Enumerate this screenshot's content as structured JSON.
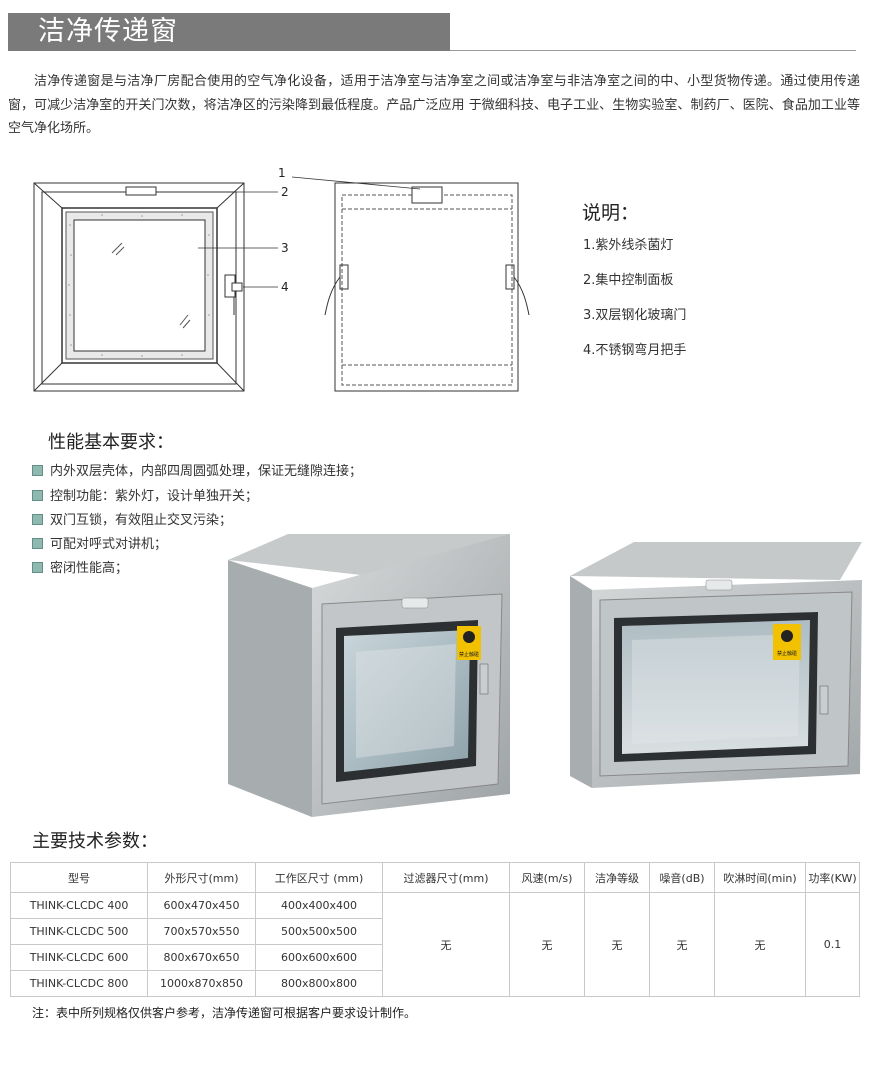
{
  "title": "洁净传递窗",
  "intro": "洁净传递窗是与洁净厂房配合使用的空气净化设备，适用于洁净室与洁净室之间或洁净室与非洁净室之间的中、小型货物传递。通过使用传递窗，可减少洁净室的开关门次数，将洁净区的污染降到最低程度。产品广泛应用 于微细科技、电子工业、生物实验室、制药厂、医院、食品加工业等空气净化场所。",
  "diagram": {
    "callouts": [
      "1",
      "2",
      "3",
      "4"
    ]
  },
  "legend": {
    "title": "说明：",
    "items": [
      "1.紫外线杀菌灯",
      "2.集中控制面板",
      "3.双层钢化玻璃门",
      "4.不锈钢弯月把手"
    ]
  },
  "performance": {
    "title": "性能基本要求：",
    "items": [
      "内外双层壳体，内部四周圆弧处理，保证无缝隙连接；",
      "控制功能：紫外灯，设计单独开关；",
      "双门互锁，有效阻止交叉污染；",
      "可配对呼式对讲机；",
      "密闭性能高；"
    ]
  },
  "photos": {
    "warning_label": "禁止触碰",
    "colors": {
      "steel": "#b9bdbf",
      "glass": "#9fb6bf",
      "label": "#f2c200"
    }
  },
  "params": {
    "title": "主要技术参数：",
    "headers": [
      "型号",
      "外形尺寸(mm)",
      "工作区尺寸 (mm)",
      "过滤器尺寸(mm)",
      "风速(m/s)",
      "洁净等级",
      "噪音(dB)",
      "吹淋时间(min)",
      "功率(KW)"
    ],
    "rows": [
      [
        "THINK-CLCDC 400",
        "600x470x450",
        "400x400x400"
      ],
      [
        "THINK-CLCDC 500",
        "700x570x550",
        "500x500x500"
      ],
      [
        "THINK-CLCDC 600",
        "800x670x650",
        "600x600x600"
      ],
      [
        "THINK-CLCDC 800",
        "1000x870x850",
        "800x800x800"
      ]
    ],
    "shared": [
      "无",
      "无",
      "无",
      "无",
      "无",
      "0.1"
    ]
  },
  "note": "注：表中所列规格仅供客户参考，洁净传递窗可根据客户要求设计制作。"
}
